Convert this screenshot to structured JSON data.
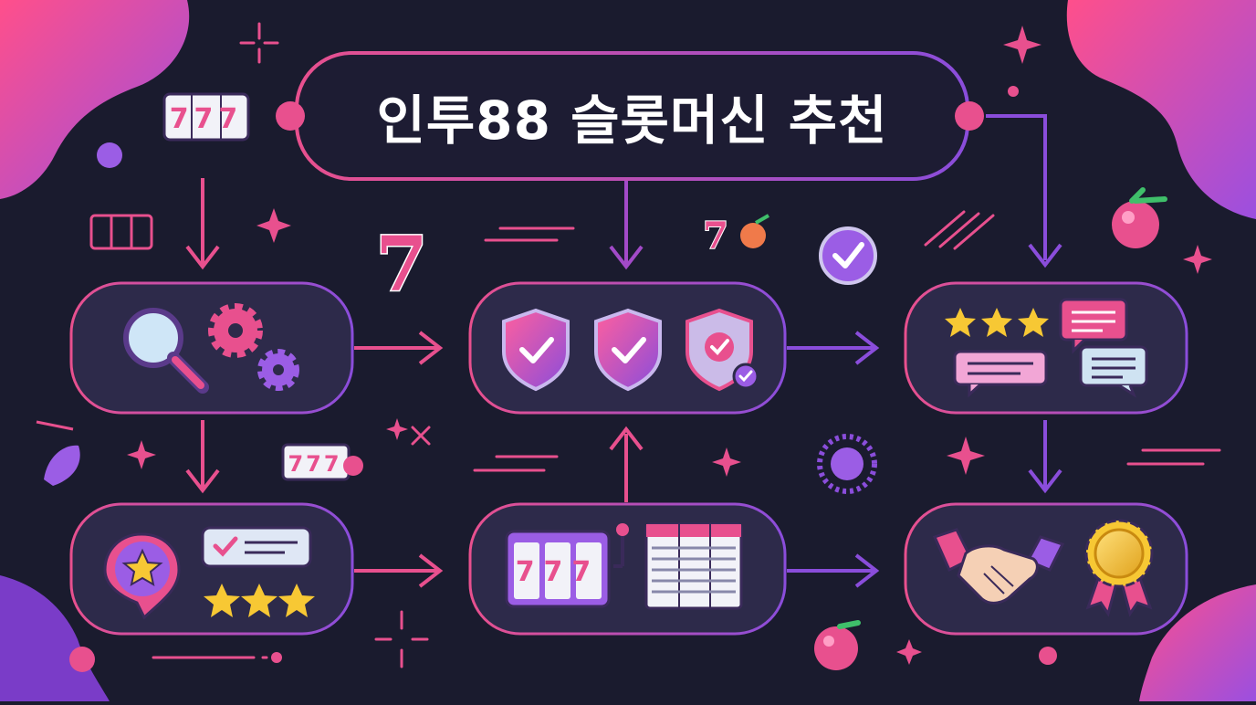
{
  "title": "인투88 슬롯머신 추천",
  "colors": {
    "background": "#1a1b2e",
    "box_fill": "#2d2a4a",
    "stroke_pink": "#e8508e",
    "stroke_purple": "#8a4ddb",
    "accent_pink": "#e8508e",
    "accent_purple": "#9b5de5",
    "star_yellow": "#f7c834"
  },
  "flow_boxes": [
    {
      "id": "research",
      "icons": [
        "magnifier-icon",
        "gear-icon",
        "gear-icon"
      ]
    },
    {
      "id": "security",
      "icons": [
        "shield-check-icon",
        "shield-check-icon",
        "shield-badge-icon"
      ]
    },
    {
      "id": "reviews",
      "icons": [
        "star-icon",
        "star-icon",
        "star-icon",
        "chat-bubble-icon",
        "chat-bubble-icon",
        "chat-bubble-icon"
      ]
    },
    {
      "id": "ratings",
      "icons": [
        "star-pin-icon",
        "checklist-bubble-icon",
        "star-icon",
        "star-icon",
        "star-icon"
      ]
    },
    {
      "id": "games",
      "icons": [
        "slot-machine-icon",
        "table-icon"
      ]
    },
    {
      "id": "trust",
      "icons": [
        "handshake-icon",
        "award-ribbon-icon"
      ]
    }
  ],
  "decor": {
    "slot_reel_text": "777",
    "seven_text": "7"
  }
}
